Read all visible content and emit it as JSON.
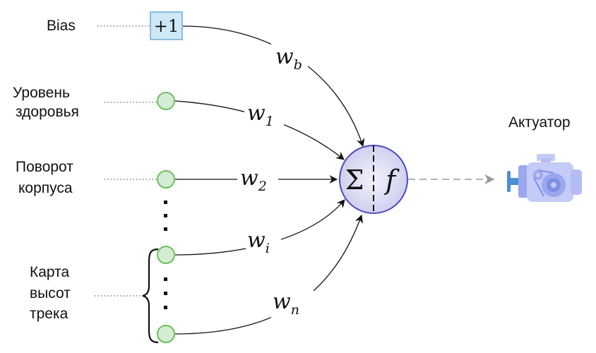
{
  "labels": {
    "bias": "Bias",
    "health": [
      "Уровень",
      "здоровья"
    ],
    "rotation": [
      "Поворот",
      "корпуса"
    ],
    "map": [
      "Карта",
      "высот",
      "трека"
    ],
    "actuator": "Актуатор"
  },
  "bias_node": "+1",
  "weights": {
    "wb": {
      "base": "w",
      "sub": "b"
    },
    "w1": {
      "base": "w",
      "sub": "1"
    },
    "w2": {
      "base": "w",
      "sub": "2"
    },
    "wi": {
      "base": "w",
      "sub": "i"
    },
    "wn": {
      "base": "w",
      "sub": "n"
    }
  },
  "neuron": {
    "sum_symbol": "Σ",
    "activation_symbol": "f"
  },
  "colors": {
    "input_fill": "#d5ecd4",
    "input_stroke": "#6cbf5c",
    "bias_fill": "#cfe8f6",
    "bias_stroke": "#6aaed6",
    "neuron_fill": "#dcdcf2",
    "neuron_stroke": "#4a4ab8",
    "actuator": "#aab6f0"
  },
  "icons": {
    "actuator": "engine-icon"
  }
}
